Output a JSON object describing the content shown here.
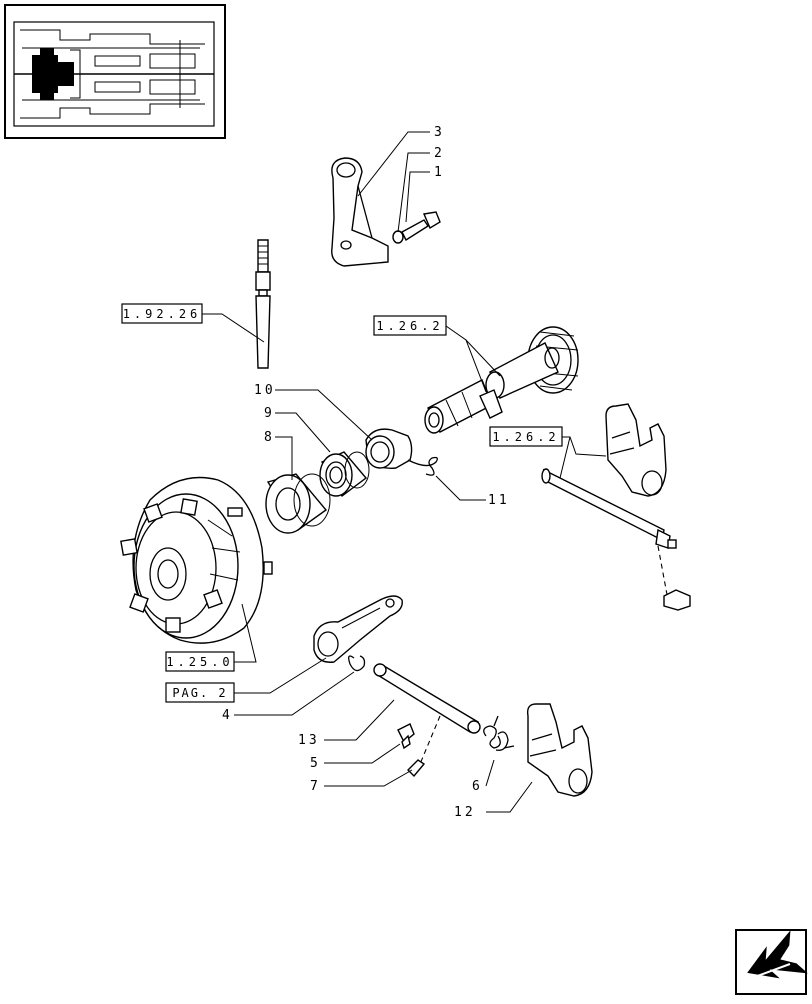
{
  "callouts": {
    "c1": "1",
    "c2": "2",
    "c3": "3",
    "c4": "4",
    "c5": "5",
    "c6": "6",
    "c7": "7",
    "c8": "8",
    "c9": "9",
    "c10": "10",
    "c11": "11",
    "c12": "12",
    "c13": "13"
  },
  "references": {
    "ref_1_92_26": "1.92.26",
    "ref_1_26_2_top": "1.26.2",
    "ref_1_26_2_mid": "1.26.2",
    "ref_1_25_0": "1.25.0",
    "ref_pag_2": "PAG. 2"
  },
  "icons": {
    "thumbnail": "transmission-section-thumbnail",
    "nav": "next-page-arrow-icon"
  }
}
